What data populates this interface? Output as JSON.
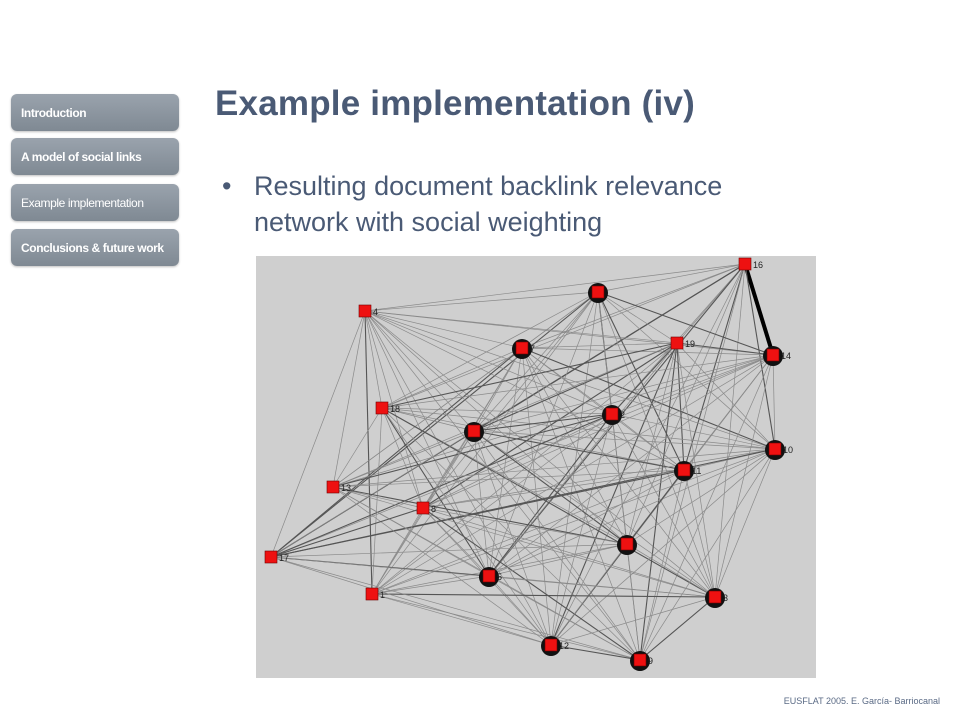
{
  "nav": {
    "items": [
      {
        "label": "Introduction"
      },
      {
        "label": "A model of social links"
      },
      {
        "label": "Example implementation"
      },
      {
        "label": "Conclusions & future work"
      }
    ],
    "active_index": 2
  },
  "slide": {
    "title": "Example implementation (iv)",
    "bullet_char": "•",
    "bullet": "Resulting document backlink relevance network with social weighting"
  },
  "network": {
    "node_color": "#ee1111",
    "nodes": [
      {
        "id": "16",
        "label": "16",
        "hub": false
      },
      {
        "id": "p",
        "label": "",
        "hub": true
      },
      {
        "id": "4",
        "label": "4",
        "hub": false
      },
      {
        "id": "7",
        "label": "7",
        "hub": true
      },
      {
        "id": "19",
        "label": "19",
        "hub": false
      },
      {
        "id": "14",
        "label": "14",
        "hub": true
      },
      {
        "id": "18",
        "label": "18",
        "hub": false
      },
      {
        "id": "2",
        "label": "2",
        "hub": true
      },
      {
        "id": "b",
        "label": "",
        "hub": true
      },
      {
        "id": "10",
        "label": "10",
        "hub": true
      },
      {
        "id": "11",
        "label": "11",
        "hub": true
      },
      {
        "id": "13",
        "label": "13",
        "hub": false
      },
      {
        "id": "8",
        "label": "8",
        "hub": false
      },
      {
        "id": "c",
        "label": "",
        "hub": true
      },
      {
        "id": "5",
        "label": "5",
        "hub": true
      },
      {
        "id": "1",
        "label": "1",
        "hub": false
      },
      {
        "id": "3",
        "label": "3",
        "hub": true
      },
      {
        "id": "17",
        "label": "17",
        "hub": false
      },
      {
        "id": "12",
        "label": "12",
        "hub": true
      },
      {
        "id": "9",
        "label": "9",
        "hub": true
      }
    ],
    "strong_edges": [
      [
        "16",
        "14"
      ]
    ]
  },
  "footer": {
    "text": "EUSFLAT 2005. E. García- Barriocanal"
  }
}
